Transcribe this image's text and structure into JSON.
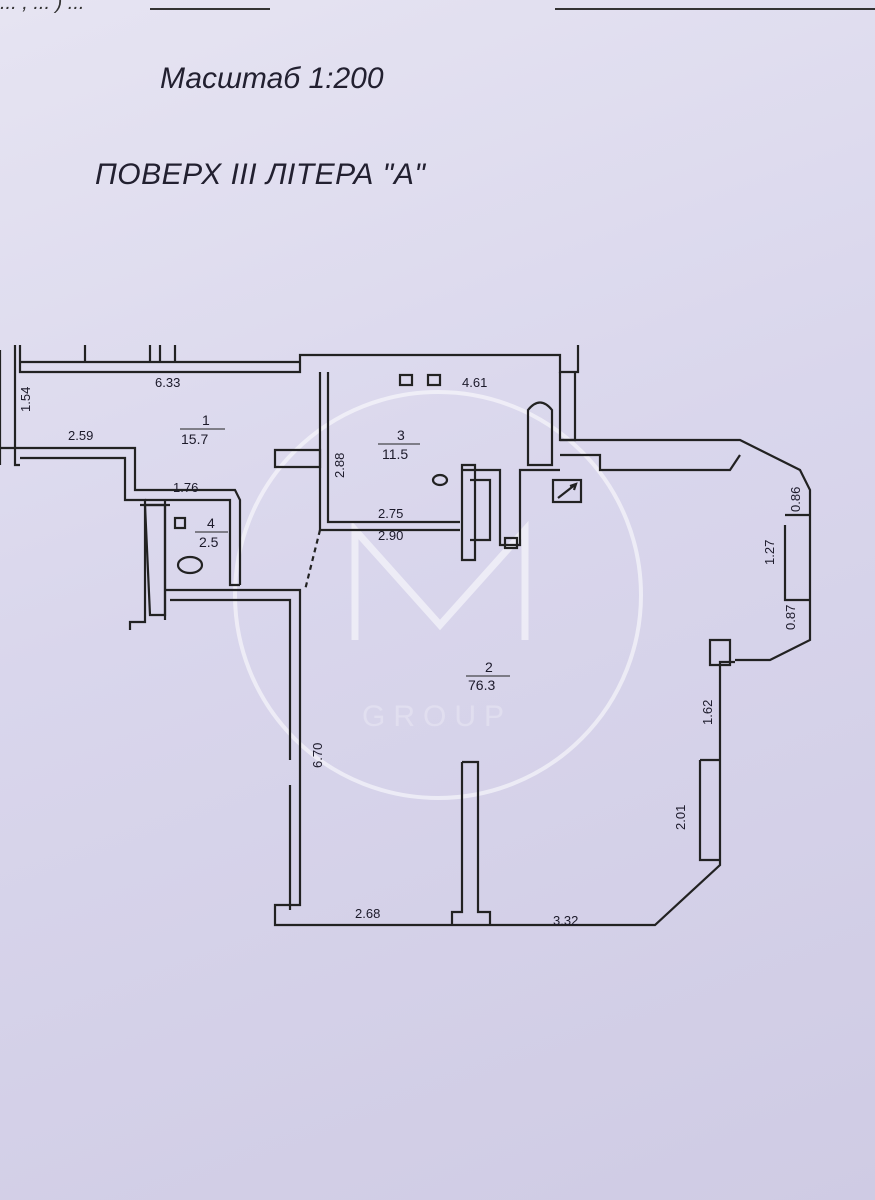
{
  "header": {
    "top_fragment": "... , ... ) ...",
    "scale": "Масштаб 1:200",
    "floor": "ПОВЕРХ  III  ЛІТЕРА \"А\""
  },
  "watermark": {
    "brand": "GROUP"
  },
  "rooms": [
    {
      "number": "1",
      "area": "15.7"
    },
    {
      "number": "2",
      "area": "76.3"
    },
    {
      "number": "3",
      "area": "11.5"
    },
    {
      "number": "4",
      "area": "2.5"
    }
  ],
  "dimensions": [
    "1.54",
    "6.33",
    "2.59",
    "4.61",
    "2.88",
    "1.76",
    "2.75",
    "2.90",
    "0.86",
    "1.27",
    "0.87",
    "1.62",
    "2.01",
    "6.70",
    "2.68",
    "3.32"
  ],
  "colors": {
    "paper": "#dcd9ee",
    "ink": "#1c1a2a",
    "watermark": "#ffffff"
  }
}
